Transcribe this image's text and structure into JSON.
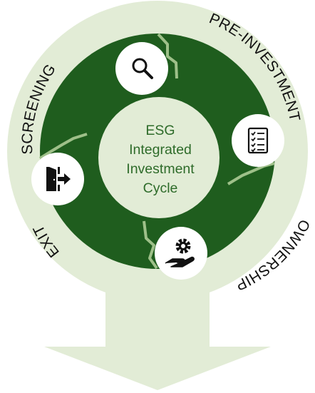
{
  "diagram": {
    "center_lines": [
      "ESG",
      "Integrated",
      "Investment",
      "Cycle"
    ],
    "stages": [
      {
        "label": "SCREENING",
        "icon": "magnifier-icon"
      },
      {
        "label": "PRE-INVESTMENT",
        "icon": "checklist-icon"
      },
      {
        "label": "OWNERSHIP",
        "icon": "gear-hand-icon"
      },
      {
        "label": "EXIT",
        "icon": "exit-door-icon"
      }
    ],
    "colors": {
      "outer_bg": "#e2ecd6",
      "ring": "#1f5d1e",
      "ring_divider": "#9ec089",
      "center_fill": "#e2ecd6",
      "center_text": "#2e6b2a",
      "icon_bg": "#ffffff",
      "icon": "#111111",
      "label": "#111111"
    }
  }
}
